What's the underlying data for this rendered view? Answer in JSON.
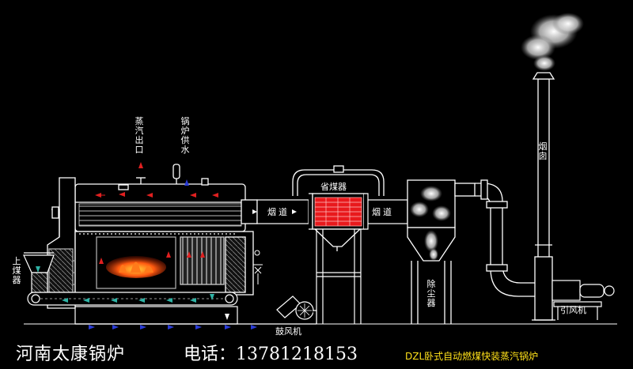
{
  "labels": {
    "steam_outlet": "蒸汽出口",
    "boiler_feedwater": "锅炉供水",
    "coal_feed": "上煤器",
    "economizer": "省煤器",
    "flue_left": "烟道",
    "flue_right": "烟道",
    "chimney": "烟囱",
    "dust_collector": "除尘器",
    "induced_fan": "引风机",
    "blower": "鼓风机"
  },
  "footer": {
    "company": "河南太康锅炉",
    "phone": "电话：13781218153",
    "product": "DZL卧式自动燃煤快装蒸汽锅炉"
  },
  "colors": {
    "background": "#000000",
    "line": "#ffffff",
    "arrow_red": "#e02020",
    "arrow_cyan": "#2fb3a6",
    "arrow_blue": "#2a3cd6",
    "economizer_fill": "#e8191c",
    "flame": "#ff6a10",
    "product_text": "#ffe11a"
  }
}
